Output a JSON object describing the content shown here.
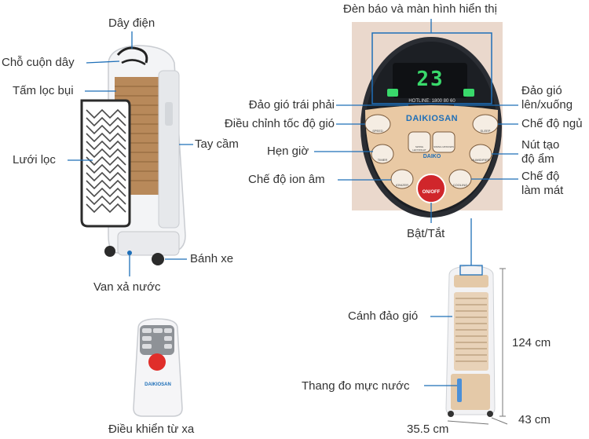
{
  "labels": {
    "day_dien": "Dây điện",
    "cho_cuon_day": "Chỗ cuộn dây",
    "tam_loc_bui": "Tấm lọc bụi",
    "luoi_loc": "Lưới lọc",
    "tay_cam": "Tay cầm",
    "banh_xe": "Bánh xe",
    "van_xa_nuoc": "Van xả nước",
    "dieu_khien_tu_xa": "Điều khiển từ xa",
    "den_bao": "Đèn báo và màn hình hiển thị",
    "dao_gio_trai_phai": "Đảo gió trái phải",
    "dieu_chinh_toc_do": "Điều chỉnh tốc độ gió",
    "hen_gio": "Hẹn giờ",
    "che_do_ion_am": "Chế độ ion âm",
    "dao_gio_len_xuong_1": "Đảo gió",
    "dao_gio_len_xuong_2": "lên/xuống",
    "che_do_ngu": "Chế độ ngủ",
    "nut_tao_do_am_1": "Nút tạo",
    "nut_tao_do_am_2": "độ ẩm",
    "che_do_lam_mat_1": "Chế độ",
    "che_do_lam_mat_2": "làm mát",
    "bat_tat": "Bật/Tắt",
    "canh_dao_gio": "Cánh đảo gió",
    "thang_do_muc_nuoc": "Thang đo mực nước",
    "height": "124 cm",
    "depth": "43 cm",
    "width": "35.5 cm"
  },
  "panel": {
    "display": "23",
    "hotline": "HOTLINE: 1800 80 60",
    "brand": "DAIKIOSAN",
    "sub_brand": "DAIKO",
    "onoff": "ON/OFF",
    "btn_speed": "SPEED",
    "btn_timer": "TIMER",
    "btn_ion": "IONIZER",
    "btn_sleep": "SLEEP",
    "btn_humid": "HUMIDIFIER",
    "btn_cool": "COOLING",
    "btn_lr": "SWING LEFT/RIGHT",
    "btn_ud": "SWING UP/DOWN"
  },
  "remote": {
    "brand": "DAIKIOSAN"
  },
  "colors": {
    "line": "#1e6fb8",
    "panel_beige": "#e9c9a4",
    "panel_dark": "#1c1f24",
    "led_green": "#39d96b",
    "onoff_red": "#d0262b",
    "pad_brown": "#a97b4f"
  }
}
